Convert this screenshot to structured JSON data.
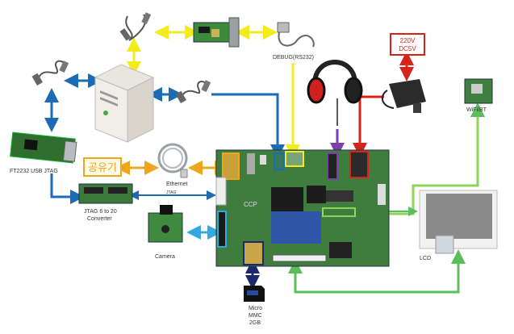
{
  "labels": {
    "debug": "DEBUG(RS232)",
    "power_line1": "220V",
    "power_line2": "DC5V",
    "wifi": "WiFi/BT",
    "ft2232": "FT2232 USB JTAG",
    "sharer": "공유기",
    "ethernet": "Ethernet",
    "jtag_conv_line1": "JTAG 6 to 20",
    "jtag_conv_line2": "Converter",
    "jtag_small": "JTAG",
    "camera": "Camera",
    "lcd": "LCD",
    "sd_line1": "Micro",
    "sd_line2": "MMC",
    "sd_line3": "2GB",
    "board_brand": "CCP"
  },
  "colors": {
    "yellow": "#f2ec1c",
    "blue": "#1b6bb5",
    "red": "#d8231b",
    "purple": "#7a3fa8",
    "green": "#5bbd5b",
    "lightgreen": "#8fd35b",
    "skyblue": "#34a9df",
    "navy": "#1b2a6b",
    "orange": "#f0a51d",
    "pcb": "#3a7a3a"
  }
}
